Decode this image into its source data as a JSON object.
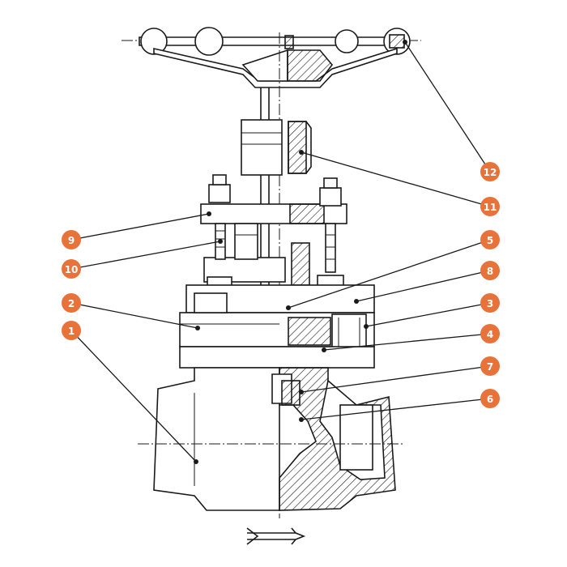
{
  "colors": {
    "badge": "#e8733a",
    "line": "#1a1a1a",
    "background": "#ffffff"
  },
  "callouts": [
    {
      "id": "c1",
      "label": "1"
    },
    {
      "id": "c2",
      "label": "2"
    },
    {
      "id": "c3",
      "label": "3"
    },
    {
      "id": "c4",
      "label": "4"
    },
    {
      "id": "c5",
      "label": "5"
    },
    {
      "id": "c6",
      "label": "6"
    },
    {
      "id": "c7",
      "label": "7"
    },
    {
      "id": "c8",
      "label": "8"
    },
    {
      "id": "c9",
      "label": "9"
    },
    {
      "id": "c10",
      "label": "10"
    },
    {
      "id": "c11",
      "label": "11"
    },
    {
      "id": "c12",
      "label": "12"
    }
  ],
  "flow_icon": "flow-direction-arrow-icon"
}
